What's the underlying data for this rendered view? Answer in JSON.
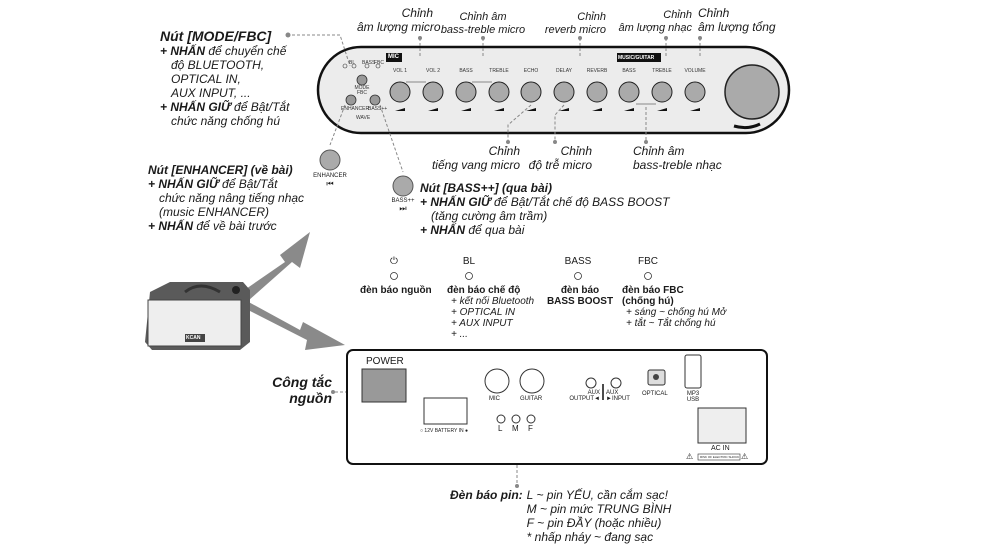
{
  "top_labels": [
    {
      "l1": "Chỉnh",
      "l2": "âm lượng micro"
    },
    {
      "l1": "Chỉnh âm",
      "l2": "bass-treble micro"
    },
    {
      "l1": "Chỉnh",
      "l2": "reverb micro"
    },
    {
      "l1": "Chỉnh",
      "l2": "âm lượng nhạc"
    },
    {
      "l1": "Chỉnh",
      "l2": "âm lượng tổng"
    }
  ],
  "bottom_labels": [
    {
      "l1": "Chỉnh",
      "l2": "tiếng vang micro"
    },
    {
      "l1": "Chỉnh",
      "l2": "độ trễ micro"
    },
    {
      "l1": "Chỉnh âm",
      "l2": "bass-treble nhạc"
    }
  ],
  "panel": {
    "mic_badge": "MIC",
    "music_badge": "MUSIC/GUITAR",
    "knobs": [
      "VOL 1",
      "VOL 2",
      "BASS",
      "TREBLE",
      "ECHO",
      "DELAY",
      "REVERB",
      "BASS",
      "TREBLE",
      "VOLUME"
    ],
    "leds": [
      "",
      "BL",
      "BASS",
      "FBC"
    ],
    "mode_label": "MODE FBC",
    "enhancer_label": "ENHANCER",
    "bass_label": "BASS++",
    "wave_label": "WAVE"
  },
  "mode_note": {
    "title": "Nút [MODE/FBC]",
    "lines": [
      {
        "bold": "+ NHẤN",
        "rest": " để chuyển chế"
      },
      {
        "bold": "",
        "rest": "độ BLUETOOTH,"
      },
      {
        "bold": "",
        "rest": "OPTICAL IN,"
      },
      {
        "bold": "",
        "rest": "AUX INPUT, ..."
      },
      {
        "bold": "+ NHẤN GIỮ",
        "rest": " để Bật/Tắt"
      },
      {
        "bold": "",
        "rest": "chức năng chống hú"
      }
    ]
  },
  "enhancer_note": {
    "title": "Nút [ENHANCER] (về bài)",
    "button_label": "ENHANCER",
    "lines": [
      {
        "bold": "+ NHẤN GIỮ",
        "rest": " để Bật/Tắt"
      },
      {
        "bold": "",
        "rest": "chức năng nâng tiếng nhạc"
      },
      {
        "bold": "",
        "rest": "(music ENHANCER)"
      },
      {
        "bold": "+ NHẤN",
        "rest": " để về bài trước"
      }
    ]
  },
  "bass_note": {
    "title": "Nút [BASS++] (qua bài)",
    "button_label": "BASS++",
    "lines": [
      {
        "bold": "+ NHẤN GIỮ",
        "rest": " để Bật/Tắt chế độ BASS BOOST"
      },
      {
        "bold": "",
        "rest": "(tăng cường âm trầm)"
      },
      {
        "bold": "+ NHẤN",
        "rest": " để qua bài"
      }
    ]
  },
  "indicators": [
    {
      "symbol": "⏻",
      "title": "đèn báo nguồn",
      "items": []
    },
    {
      "symbol": "BL",
      "title": "đèn báo chế độ",
      "items": [
        "+ kết nối Bluetooth",
        "+ OPTICAL IN",
        "+ AUX INPUT",
        "+ ..."
      ]
    },
    {
      "symbol": "BASS",
      "title": "đèn báo\nBASS BOOST",
      "items": []
    },
    {
      "symbol": "FBC",
      "title": "đèn báo FBC\n(chống hú)",
      "items": [
        "+ sáng ~ chống hú Mở",
        "+ tắt ~ Tắt chống hú"
      ]
    }
  ],
  "speaker_logo": "KCAN",
  "back_panel": {
    "power": "POWER",
    "battery": "12V BATTERY IN",
    "mic": "MIC",
    "guitar": "GUITAR",
    "leds": [
      "L",
      "M",
      "F"
    ],
    "aux_out": "AUX OUTPUT◄",
    "aux_in": "AUX ►INPUT",
    "optical": "OPTICAL",
    "usb": "MP3 USB",
    "ac_in": "AC IN",
    "warning": "RISK OF ELECTRIC SHOCK"
  },
  "power_switch_label": "Công tắc nguồn",
  "battery_note": {
    "title": "Đèn báo pin:",
    "lines": [
      "L ~ pin YẾU, cần cắm sạc!",
      "M ~ pin mức TRUNG BÌNH",
      "F ~ pin ĐẦY (hoặc nhiều)",
      "* nhấp nháy ~ đang sạc"
    ]
  }
}
